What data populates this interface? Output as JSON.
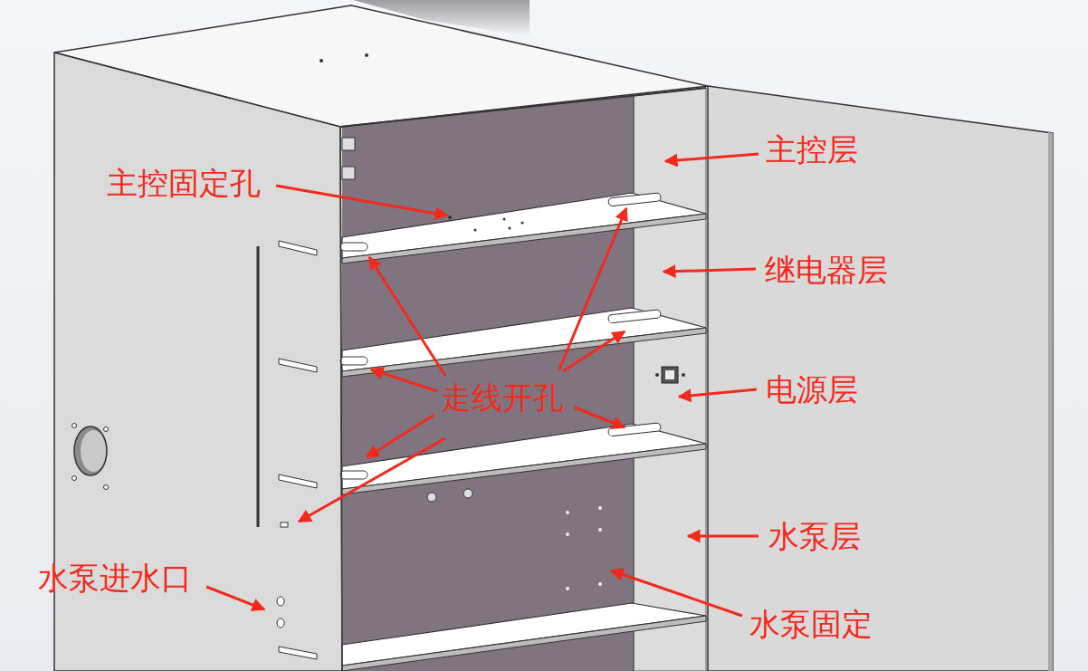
{
  "diagram": {
    "labels": [
      "主控固定孔",
      "主控层",
      "继电器层",
      "电源层",
      "走线开孔",
      "水泵层",
      "水泵进水口",
      "水泵固定"
    ]
  }
}
